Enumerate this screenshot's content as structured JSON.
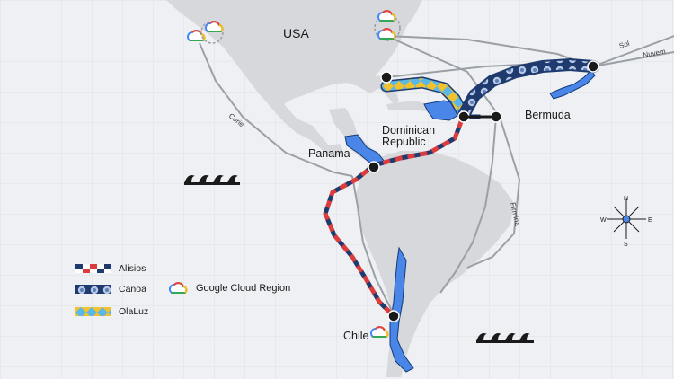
{
  "map": {
    "labels": {
      "usa": "USA",
      "bermuda": "Bermuda",
      "dominican_republic": "Dominican\nRepublic",
      "panama": "Panama",
      "chile": "Chile"
    },
    "cables": {
      "curie": "Curie",
      "sol": "Sol",
      "nuvem": "Nuvem",
      "firmina": "Firmina"
    },
    "compass": {
      "n": "N",
      "s": "S",
      "e": "E",
      "w": "W"
    }
  },
  "legend": {
    "alisios": "Alisios",
    "canoa": "Canoa",
    "olaluz": "OlaLuz",
    "cloud_region": "Google Cloud Region"
  },
  "colors": {
    "land": "#d6d8db",
    "highlight_land": "#4a86e8",
    "ocean": "#eef0f3",
    "cable": "#9aa0a6",
    "alisios_red": "#d93d3d",
    "alisios_navy": "#1f3a6e",
    "canoa_navy": "#1f3a6e",
    "olaluz_yellow": "#f2c12e",
    "olaluz_blue": "#5bb8e6"
  }
}
